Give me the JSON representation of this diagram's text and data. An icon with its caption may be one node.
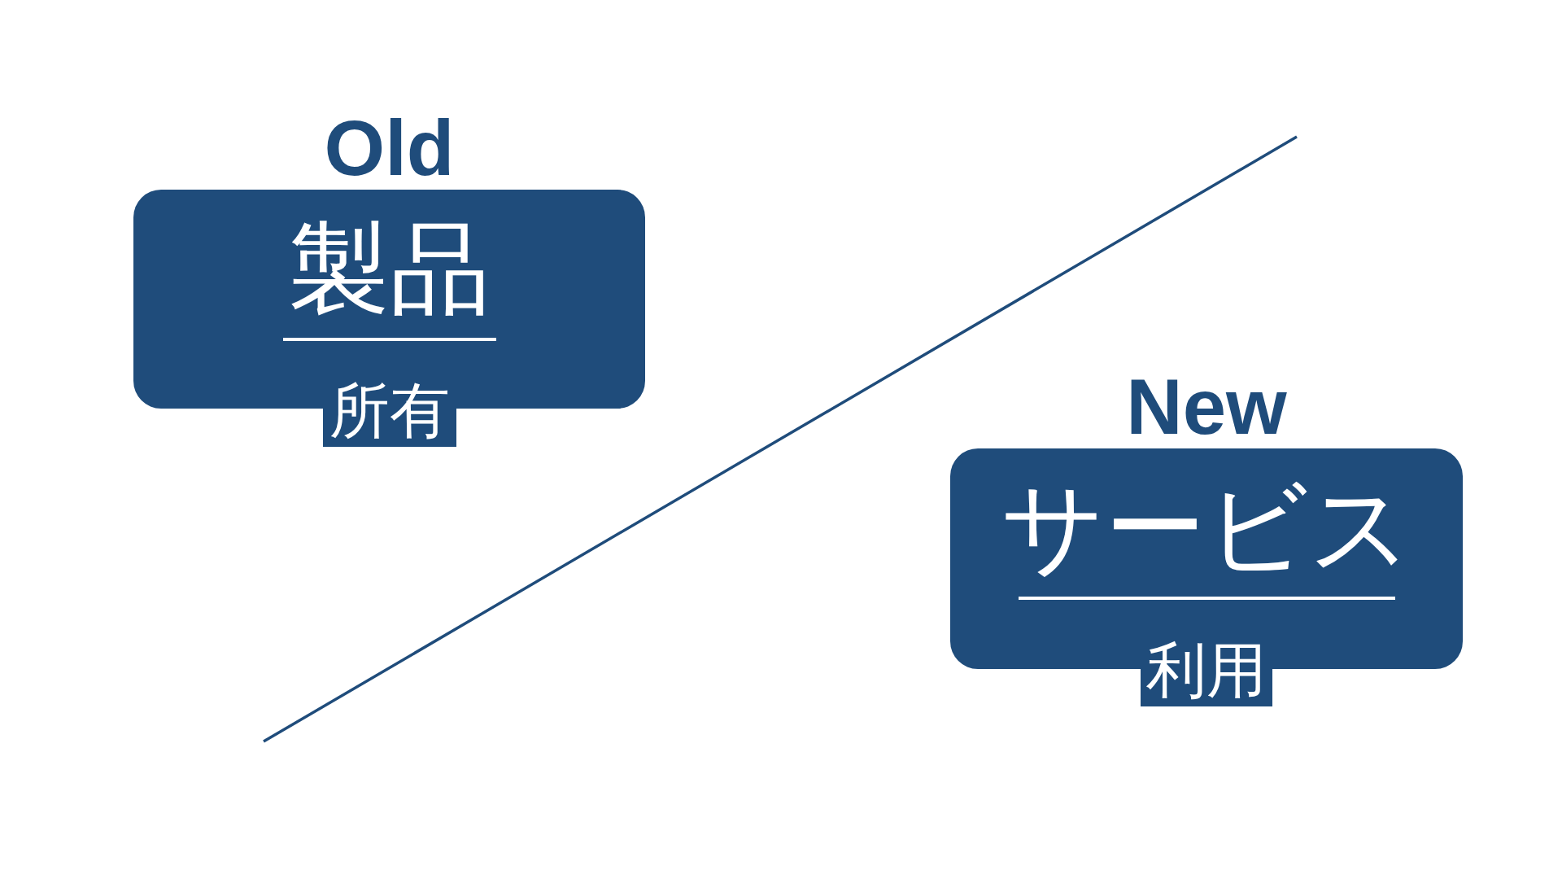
{
  "diagram": {
    "nodes": [
      {
        "text": [
          "Old",
          "製品"
        ]
      },
      {
        "text": [
          "所有"
        ]
      },
      {
        "text": [
          "New",
          "サービス"
        ]
      },
      {
        "text": [
          "利用"
        ]
      }
    ]
  }
}
